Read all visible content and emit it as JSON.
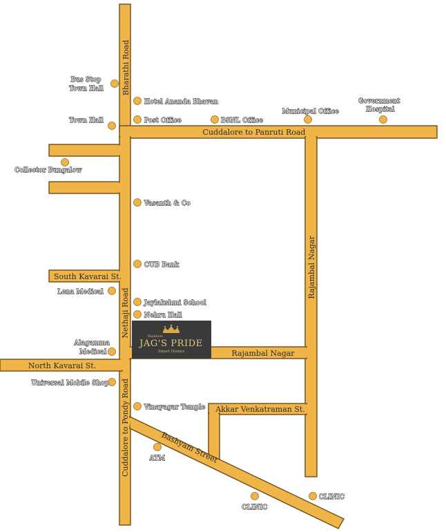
{
  "roads": {
    "bharathi": "Bharathi Road",
    "cuddalore_panruti": "Cuddalore to Panruti Road",
    "rajambal_vertical": "Rajambal Nagar",
    "rajambal_horizontal": "Rajambal Nagar",
    "south_kavarai": "South Kavarai St.",
    "nethaji": "Nethaji Road",
    "north_kavarai": "North Kavarai St.",
    "cuddalore_pondy": "Cuddalore to Pondy Road",
    "akkar": "Akkar Venkatraman St.",
    "bashyam": "Bashyam Street"
  },
  "landmarks": {
    "bus_stop": [
      "Bus Stop",
      "Town Hall"
    ],
    "hotel": "Hotel Ananda Bhavan",
    "town_hall": "Town Hall",
    "post_office": "Post Office",
    "bsnl": "BSNL Office",
    "municipal": "Municipal Office",
    "hospital": [
      "Government",
      "Hospital"
    ],
    "collector": "Collector Bungalow",
    "vasanth": "Vasanth & Co",
    "cub": "CUB Bank",
    "lena": "Lena Medical",
    "jaylakshmi": "Jaylakshmi School",
    "nehru": "Nehru Hall",
    "alagamma": [
      "Alagamma",
      "Medical"
    ],
    "universal": "Universal Mobile Shop",
    "vinayagar": "Vinayagar Temple",
    "atm": "ATM",
    "clinic_1": "CLINIC",
    "clinic_2": "CLINIC"
  },
  "logo": {
    "top": "Rainbow",
    "name": "JAG'S PRIDE",
    "tagline": "Smart Homes"
  },
  "colors": {
    "road": "#EFB548",
    "road_outline": "#6E4B1A",
    "logo_background": "#3a3a3a",
    "logo_gold": "#e7c887"
  }
}
